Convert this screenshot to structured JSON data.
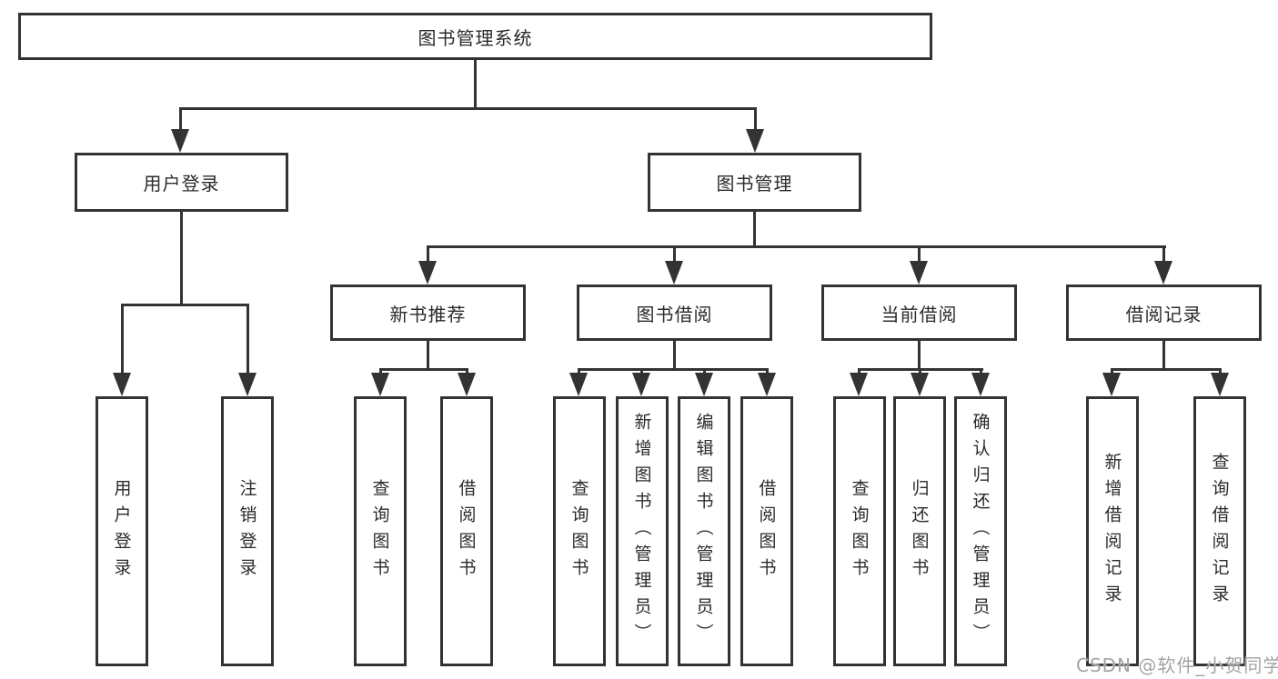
{
  "diagram_title": "图书管理系统",
  "nodes": {
    "root": "图书管理系统",
    "level2": {
      "user_login": "用户登录",
      "book_management": "图书管理"
    },
    "login_children": [
      "用户登录",
      "注销登录"
    ],
    "level3": [
      "新书推荐",
      "图书借阅",
      "当前借阅",
      "借阅记录"
    ],
    "new_book_children": [
      "查询图书",
      "借阅图书"
    ],
    "borrow_children": [
      "查询图书",
      "新增图书（管理员）",
      "编辑图书（管理员）",
      "借阅图书"
    ],
    "current_children": [
      "查询图书",
      "归还图书",
      "确认归还（管理员）"
    ],
    "record_children": [
      "新增借阅记录",
      "查询借阅记录"
    ]
  },
  "watermark": "CSDN @软件_小贺同学",
  "colors": {
    "line": "#333333",
    "text": "#2b2b2b",
    "box_background": "#ffffff",
    "watermark": "#a3a3a3"
  }
}
